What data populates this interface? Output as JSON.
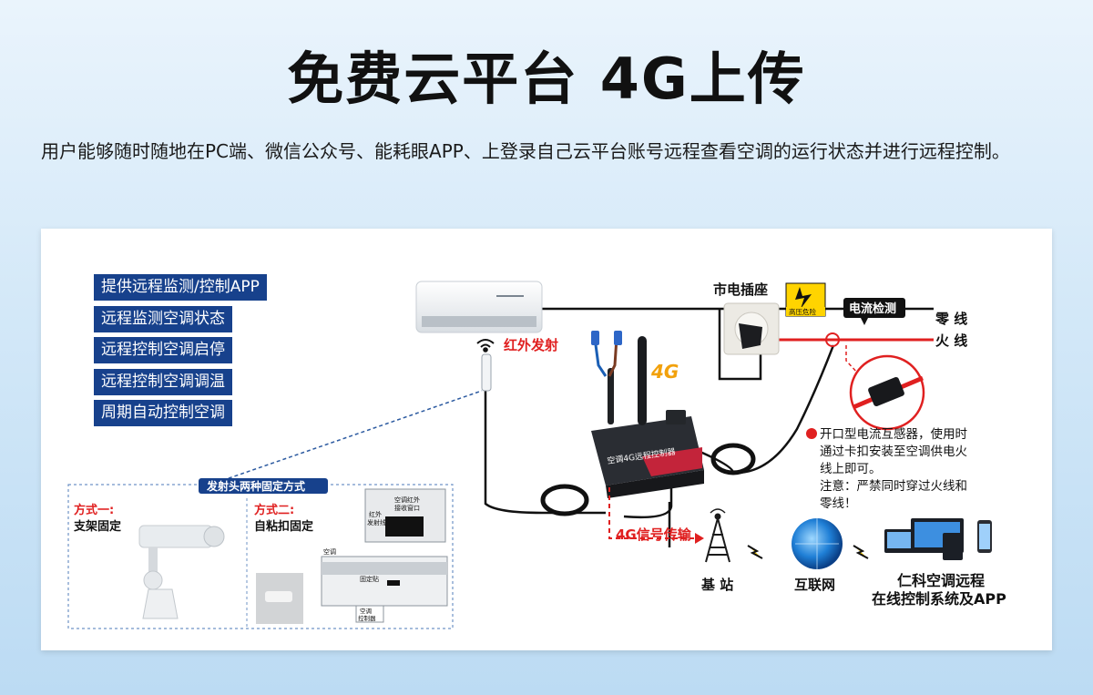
{
  "page": {
    "title": "免费云平台 4G上传",
    "description": "用户能够随时随地在PC端、微信公众号、能耗眼APP、上登录自己云平台账号远程查看空调的运行状态并进行远程控制。"
  },
  "features": [
    "提供远程监测/控制APP",
    "远程监测空调状态",
    "远程控制空调启停",
    "远程控制空调调温",
    "周期自动控制空调"
  ],
  "labels": {
    "ir_emit": "红外发射",
    "signal_4g": "4G",
    "socket": "市电插座",
    "high_voltage": "高压危险",
    "current_detect": "电流检测",
    "zero_line": "零 线",
    "fire_line": "火 线",
    "controller_name": "空调4G远程控制器",
    "ct_desc_1": "开口型电流互感器，使用时",
    "ct_desc_2": "通过卡扣安装至空调供电火",
    "ct_desc_3": "线上即可。",
    "ct_desc_4": "注意：严禁同时穿过火线和",
    "ct_desc_5": "零线！",
    "transfer_4g": "4G信号传输",
    "base_station": "基 站",
    "internet": "互联网",
    "platform_1": "仁科空调远程",
    "platform_2": "在线控制系统及APP"
  },
  "mount": {
    "header": "发射头两种固定方式",
    "way1_title": "方式一:",
    "way1_desc": "支架固定",
    "way2_title": "方式二:",
    "way2_desc": "自粘扣固定",
    "ac_label": "空调",
    "ir_emitter_small_1": "红外",
    "ir_emitter_small_2": "发射线",
    "ac_receiver_1": "空调红外",
    "ac_receiver_2": "接收窗口",
    "fixer": "固定贴",
    "ctrl_small_1": "空调",
    "ctrl_small_2": "控制器"
  },
  "colors": {
    "feature_bg": "#17418c",
    "accent_red": "#e02020",
    "title": "#111111"
  }
}
